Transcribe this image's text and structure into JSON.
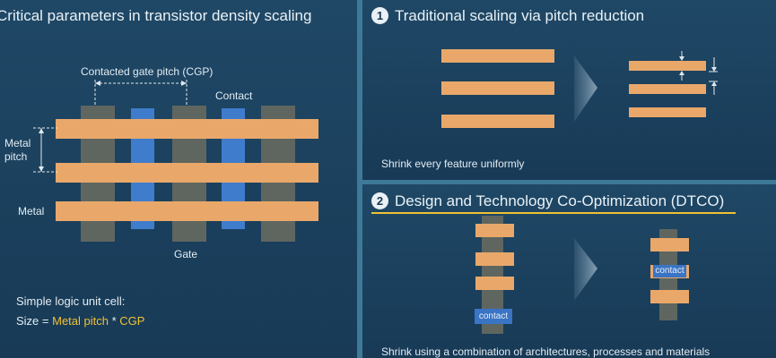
{
  "left_panel": {
    "title": "Critical parameters in transistor density scaling",
    "cgp_label": "Contacted gate pitch (CGP)",
    "contact_label": "Contact",
    "metal_pitch_label_line1": "Metal",
    "metal_pitch_label_line2": "pitch",
    "metal_label": "Metal",
    "gate_label": "Gate",
    "unit_cell_line": "Simple logic unit cell:",
    "size_prefix": "Size = ",
    "size_metal_pitch": "Metal pitch",
    "size_times": " * ",
    "size_cgp": "CGP"
  },
  "top_right_panel": {
    "number": "1",
    "title": "Traditional scaling via pitch reduction",
    "caption": "Shrink every feature uniformly"
  },
  "bottom_right_panel": {
    "number": "2",
    "title": "Design and Technology Co-Optimization (DTCO)",
    "contact_label_before": "contact",
    "contact_label_after": "contact",
    "caption": "Shrink using a combination of architectures, processes and materials"
  },
  "colors": {
    "background": "#1f4866",
    "metal": "#e9a86a",
    "gate": "#5f6660",
    "contact": "#3a74c4",
    "highlight": "#f0c232"
  }
}
